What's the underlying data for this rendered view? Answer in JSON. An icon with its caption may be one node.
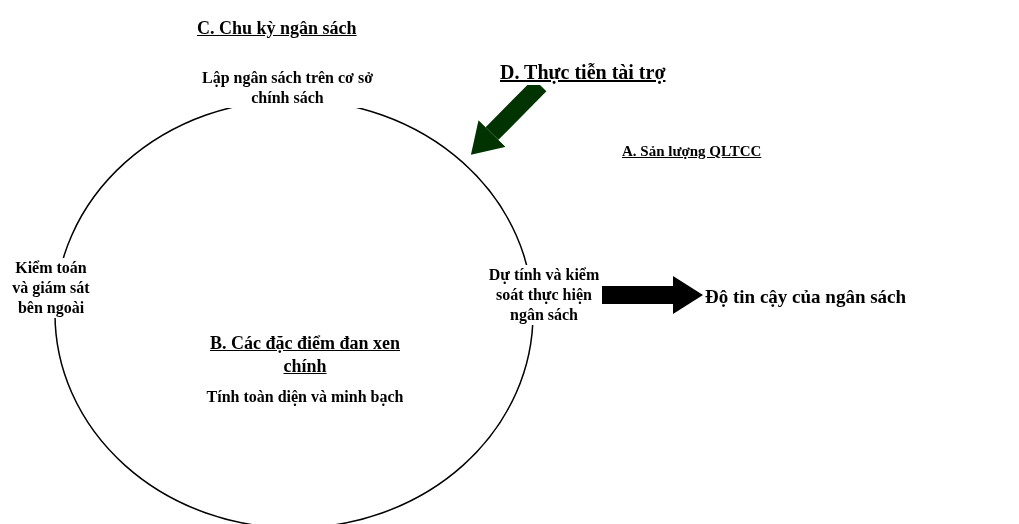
{
  "diagram": {
    "nodes": [
      {
        "text": [],
        "shape": "circle"
      },
      {
        "text": [
          "Lập ngân sách trên cơ sở chính sách"
        ]
      },
      {
        "text": [
          "Kiểm toán và giám sát bên ngoài"
        ]
      },
      {
        "text": [
          "Dự tính và kiểm soát thực hiện ngân sách"
        ]
      },
      {
        "text": [
          "B. Các đặc điểm đan xen chính",
          "Tính toàn diện và minh bạch"
        ],
        "in": 0
      },
      {
        "text": [
          "D. Thực tiễn tài trợ"
        ]
      },
      {
        "text": [
          "Độ tin cậy của ngân sách"
        ]
      }
    ],
    "edges": [
      {
        "from": 5,
        "to": 0,
        "arrow": "to",
        "color": "#003300"
      },
      {
        "from": 3,
        "to": 6,
        "arrow": "to"
      }
    ],
    "labels": [
      "C. Chu kỳ ngân sách",
      "A. Sản lượng QLTCC"
    ]
  }
}
